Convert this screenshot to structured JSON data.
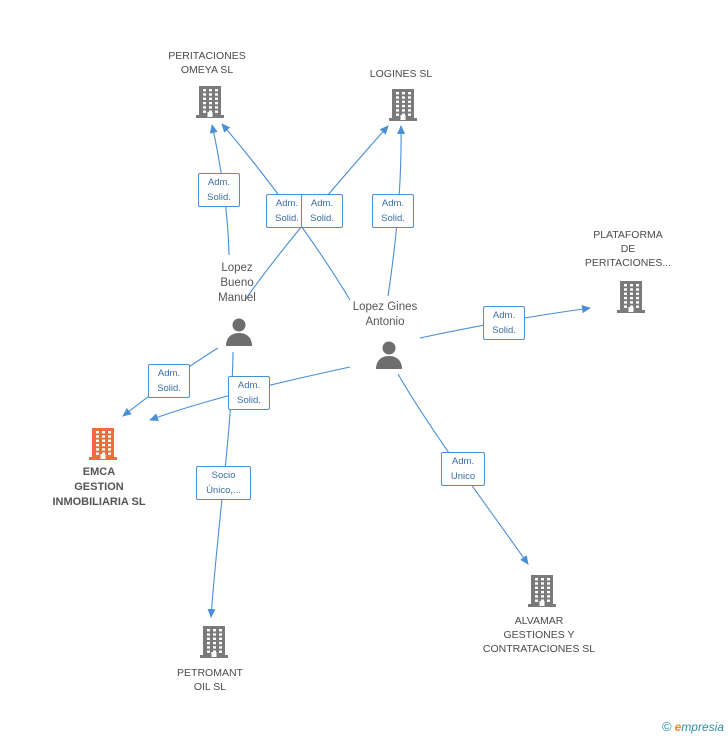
{
  "nodes": {
    "peritaciones_omeya": {
      "line1": "PERITACIONES",
      "line2": "OMEYA SL"
    },
    "logines": {
      "line1": "LOGINES SL"
    },
    "plataforma": {
      "line1": "PLATAFORMA",
      "line2": "DE",
      "line3": "PERITACIONES..."
    },
    "lopez_bueno": {
      "line1": "Lopez",
      "line2": "Bueno",
      "line3": "Manuel"
    },
    "lopez_gines": {
      "line1": "Lopez Gines",
      "line2": "Antonio"
    },
    "emca": {
      "line1": "EMCA",
      "line2": "GESTION",
      "line3": "INMOBILIARIA SL"
    },
    "petromant": {
      "line1": "PETROMANT",
      "line2": "OIL SL"
    },
    "alvamar": {
      "line1": "ALVAMAR",
      "line2": "GESTIONES Y",
      "line3": "CONTRATACIONES SL"
    }
  },
  "edge_labels": {
    "bueno_omeya": {
      "line1": "Adm.",
      "line2": "Solid."
    },
    "gines_omeya": {
      "line1": "Adm.",
      "line2": "Solid."
    },
    "bueno_logines": {
      "line1": "Adm.",
      "line2": "Solid."
    },
    "gines_logines": {
      "line1": "Adm.",
      "line2": "Solid."
    },
    "gines_plataforma": {
      "line1": "Adm.",
      "line2": "Solid."
    },
    "bueno_emca": {
      "line1": "Adm.",
      "line2": "Solid."
    },
    "gines_emca": {
      "line1": "Adm.",
      "line2": "Solid."
    },
    "bueno_petromant": {
      "line1": "Socio",
      "line2": "Único,..."
    },
    "gines_alvamar": {
      "line1": "Adm.",
      "line2": "Unico"
    }
  },
  "colors": {
    "edge": "#4a8fd6",
    "building": "#7a7a7a",
    "building_main": "#f26a3d",
    "person": "#6e6e6e"
  },
  "icons": {
    "company": "building-icon",
    "person": "person-icon",
    "footer": "copyright-icon"
  },
  "footer": {
    "copyright": "©",
    "brand_e": "e",
    "brand_rest": "mpresia"
  }
}
